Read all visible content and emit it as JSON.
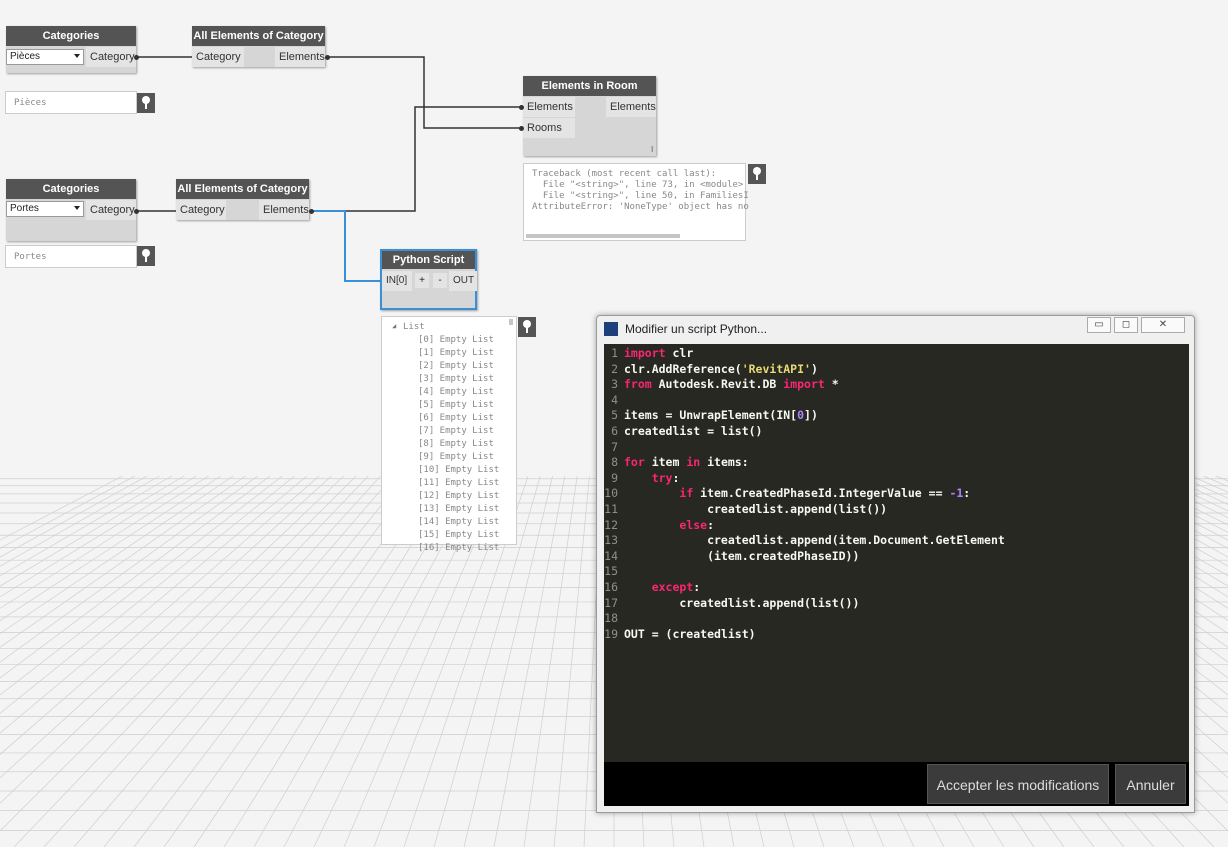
{
  "nodes": {
    "categories_1": {
      "title": "Categories",
      "dropdown_value": "Pièces",
      "output": "Category",
      "preview": "Pièces"
    },
    "all_elements_1": {
      "title": "All Elements of Category",
      "input": "Category",
      "output": "Elements"
    },
    "categories_2": {
      "title": "Categories",
      "dropdown_value": "Portes",
      "output": "Category",
      "preview": "Portes"
    },
    "all_elements_2": {
      "title": "All Elements of Category",
      "input": "Category",
      "output": "Elements"
    },
    "elements_in_room": {
      "title": "Elements in Room",
      "inputs": [
        "Elements",
        "Rooms"
      ],
      "output": "Elements",
      "lacing": "l",
      "error_preview": [
        "Traceback (most recent call last):",
        "  File \"<string>\", line 73, in <module>",
        "  File \"<string>\", line 50, in FamiliesI",
        "AttributeError: 'NoneType' object has no"
      ]
    },
    "python_script": {
      "title": "Python Script",
      "input": "IN[0]",
      "add": "+",
      "remove": "-",
      "output": "OUT",
      "preview_root": "List",
      "preview_items": [
        "[0] Empty List",
        "[1] Empty List",
        "[2] Empty List",
        "[3] Empty List",
        "[4] Empty List",
        "[5] Empty List",
        "[6] Empty List",
        "[7] Empty List",
        "[8] Empty List",
        "[9] Empty List",
        "[10] Empty List",
        "[11] Empty List",
        "[12] Empty List",
        "[13] Empty List",
        "[14] Empty List",
        "[15] Empty List",
        "[16] Empty List"
      ]
    }
  },
  "dialog": {
    "title": "Modifier un script Python...",
    "accept_label": "Accepter les modifications",
    "cancel_label": "Annuler",
    "line_numbers": [
      "1",
      "2",
      "3",
      "4",
      "5",
      "6",
      "7",
      "8",
      "9",
      "10",
      "11",
      "12",
      "13",
      "14",
      "15",
      "16",
      "17",
      "18",
      "19"
    ],
    "code": [
      "import clr",
      "clr.AddReference('RevitAPI')",
      "from Autodesk.Revit.DB import *",
      "",
      "items = UnwrapElement(IN[0])",
      "createdlist = list()",
      "",
      "for item in items:",
      "    try:",
      "        if item.CreatedPhaseId.IntegerValue == -1:",
      "            createdlist.append(list())",
      "        else:",
      "            createdlist.append(item.Document.GetElement",
      "            (item.createdPhaseID))",
      "",
      "    except:",
      "        createdlist.append(list())",
      "",
      "OUT = (createdlist)"
    ]
  },
  "colors": {
    "editor_bg": "#272822",
    "keyword": "#f92672",
    "string": "#e6db74",
    "number": "#ae81ff",
    "selected_wire": "#3b8fd6",
    "wire": "#333333",
    "node_header": "#545454"
  }
}
